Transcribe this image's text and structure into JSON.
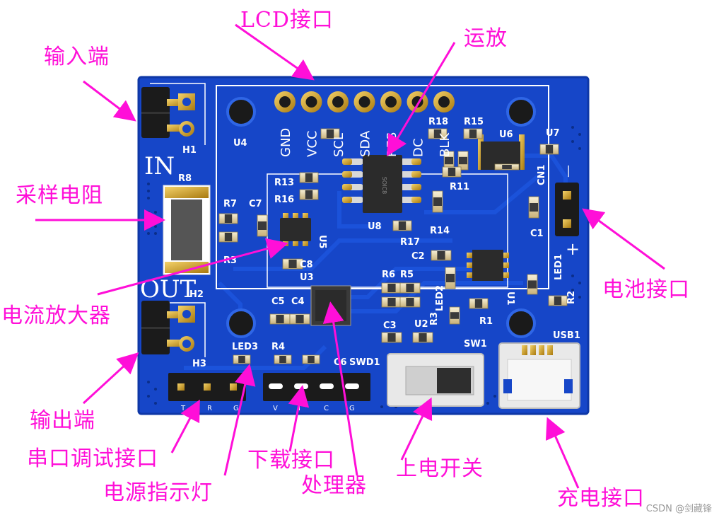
{
  "annotations": {
    "lcd": "LCD接口",
    "opamp": "运放",
    "input": "输入端",
    "sense_resistor": "采样电阻",
    "current_amp": "电流放大器",
    "output": "输出端",
    "battery": "电池接口",
    "debug_uart": "串口调试接口",
    "power_led": "电源指示灯",
    "download": "下载接口",
    "processor": "处理器",
    "power_switch": "上电开关",
    "charge": "充电接口"
  },
  "pcb": {
    "lcd_pins": [
      "GND",
      "VCC",
      "SCL",
      "SDA",
      "RES",
      "DC",
      "BLK"
    ],
    "in_label": "IN",
    "out_label": "OUT",
    "plus": "+",
    "minus": "—",
    "soic_label": "SOIC8",
    "designators": {
      "h1": "H1",
      "h2": "H2",
      "h3": "H3",
      "r8": "R8",
      "u4": "U4",
      "r7": "R7",
      "c7": "C7",
      "r3": "R3",
      "r13": "R13",
      "r16": "R16",
      "u5": "U5",
      "c8": "C8",
      "u3": "U3",
      "u8": "U8",
      "r17": "R17",
      "r14": "R14",
      "r18": "R18",
      "r15": "R15",
      "u6": "U6",
      "r11": "R11",
      "u7": "U7",
      "cn1": "CN1",
      "c1": "C1",
      "c2": "C2",
      "u1": "U1",
      "r6": "R6",
      "r5": "R5",
      "led2": "LED2",
      "led1": "LED1",
      "r2": "R2",
      "c5": "C5",
      "c4": "C4",
      "r1": "R1",
      "c3": "C3",
      "u2": "U2",
      "r3b": "R3",
      "sw1": "SW1",
      "usb1": "USB1",
      "led3": "LED3",
      "r4": "R4",
      "c6": "C6",
      "swd1": "SWD1"
    },
    "uart_pins": [
      "T",
      "R",
      "G"
    ],
    "swd_pins": [
      "V",
      "I",
      "C",
      "G"
    ]
  },
  "watermark": "CSDN @剑藏锋",
  "colors": {
    "board": "#1646c8",
    "annotation": "#ff0fd8",
    "silkscreen": "#ffffff",
    "gold": "#d4a11a"
  }
}
